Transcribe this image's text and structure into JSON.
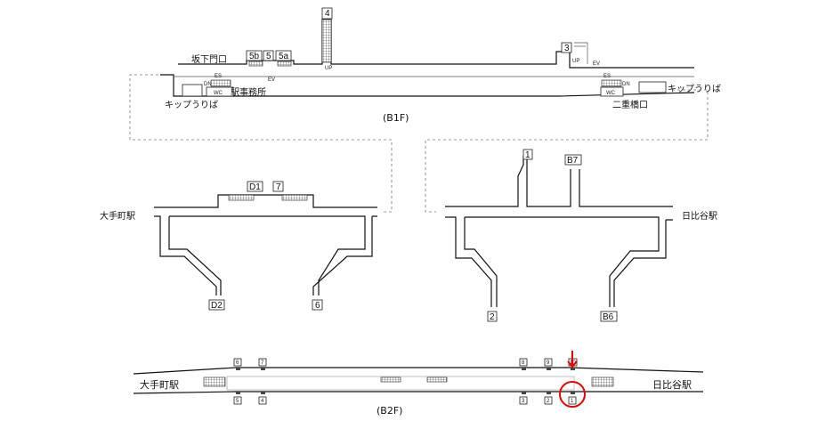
{
  "b1f": {
    "floor_label": "(B1F)",
    "gate_west": "坂下門口",
    "gate_east": "二重橋口",
    "ticket_west": "キップうりば",
    "ticket_east": "キップうりば",
    "station_office": "駅事務所",
    "exits": [
      "5b",
      "5",
      "5a",
      "4",
      "3"
    ],
    "marks": {
      "up": "UP",
      "dn": "DN",
      "es": "ES",
      "ev": "EV",
      "wc": "WC"
    }
  },
  "concourse_west": {
    "station": "大手町駅",
    "exits": [
      "D1",
      "7",
      "D2",
      "6"
    ]
  },
  "concourse_east": {
    "station": "日比谷駅",
    "exits": [
      "1",
      "B7",
      "2",
      "B6"
    ]
  },
  "b2f": {
    "floor_label": "(B2F)",
    "station_west": "大手町駅",
    "station_east": "日比谷駅",
    "cars_top": [
      "6",
      "7",
      "8",
      "9",
      "10"
    ],
    "cars_bottom": [
      "5",
      "4",
      "3",
      "2",
      "1"
    ],
    "highlighted_car": "1",
    "highlight_color": "#e60000"
  }
}
